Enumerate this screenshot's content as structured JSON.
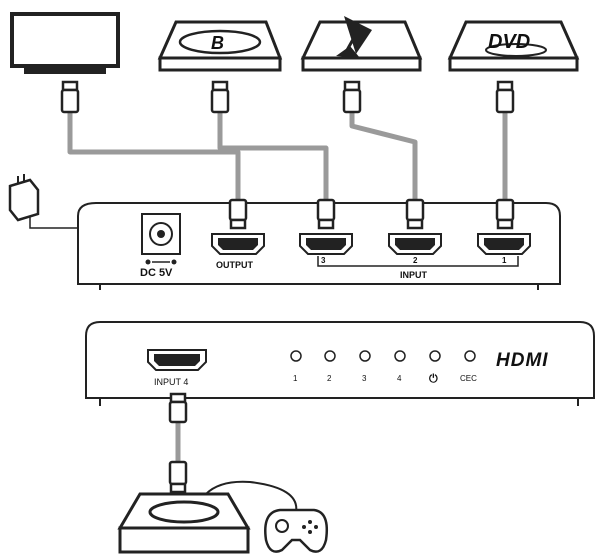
{
  "back_panel": {
    "power_label": "DC 5V",
    "output_label": "OUTPUT",
    "input_group_label": "INPUT",
    "port_numbers": [
      "3",
      "2",
      "1"
    ]
  },
  "front_panel": {
    "input4_label": "INPUT 4",
    "led_labels": [
      "1",
      "2",
      "3",
      "4",
      "",
      "CEC"
    ],
    "led_power_symbol": "⏻",
    "brand_logo": "HDMI"
  },
  "devices": {
    "bluray_logo": "B",
    "dvd_logo": "DVD"
  },
  "colors": {
    "cable": "#9a9a9a",
    "line": "#222222"
  }
}
